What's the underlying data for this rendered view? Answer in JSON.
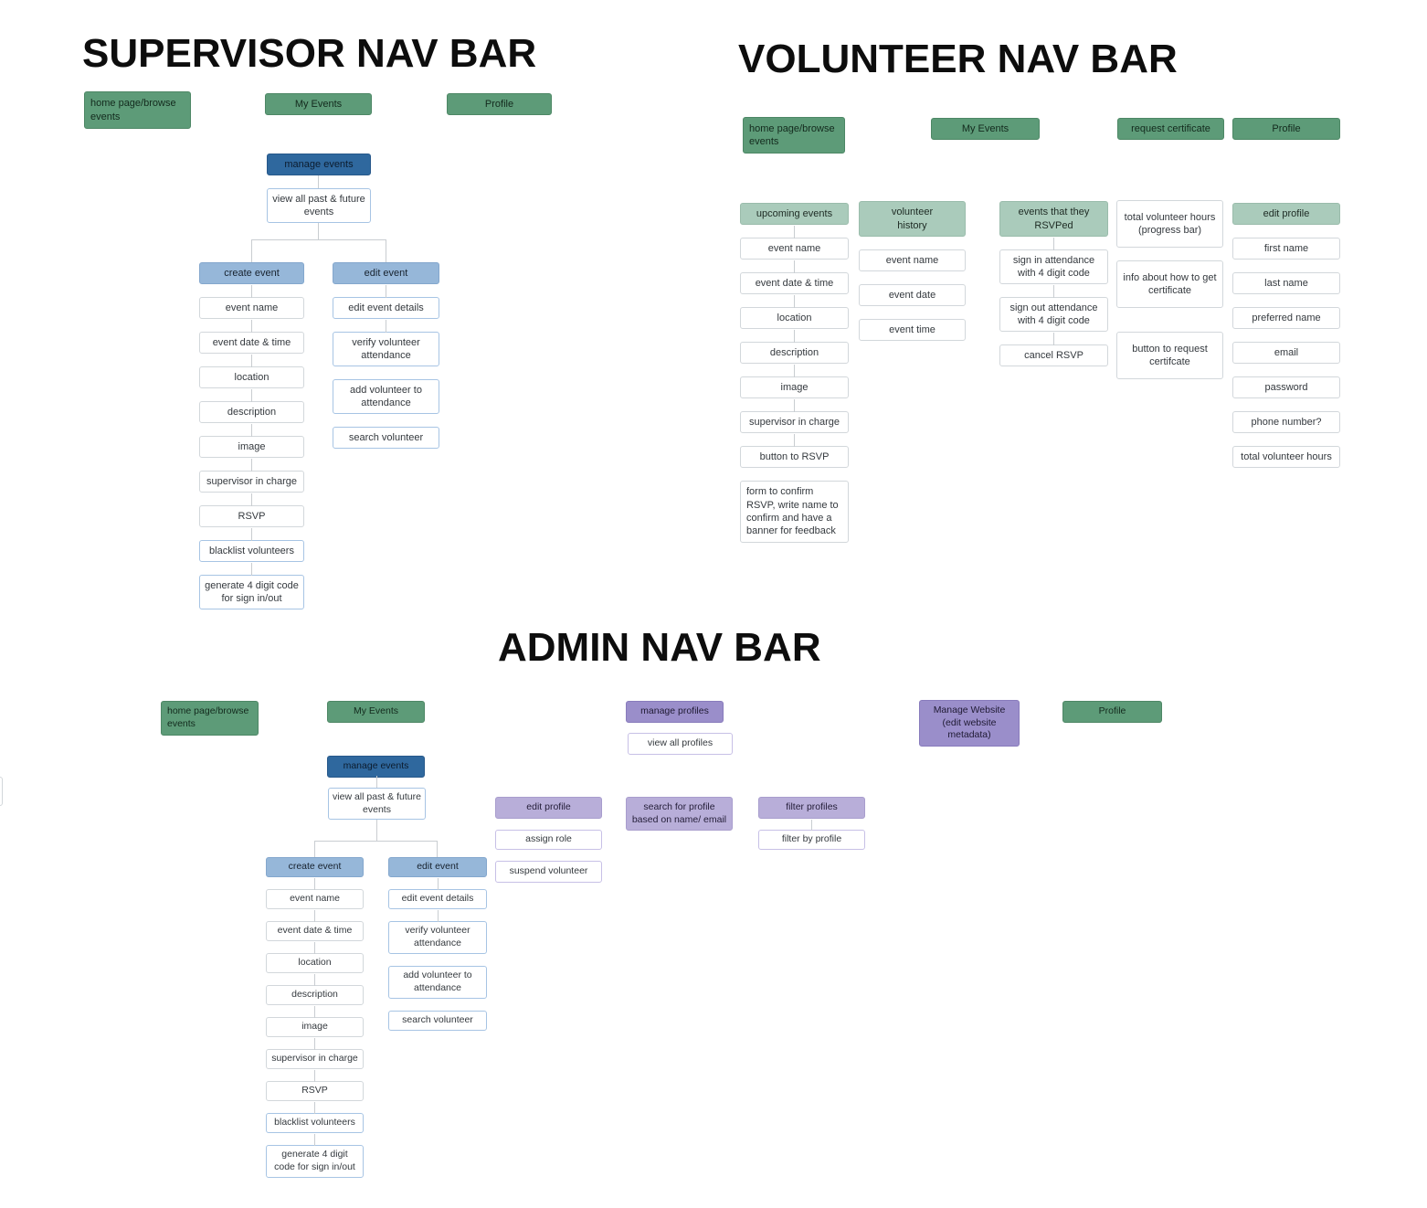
{
  "supervisor": {
    "title": "SUPERVISOR NAV BAR",
    "nav": {
      "home": "home page/browse events",
      "my_events": "My Events",
      "profile": "Profile"
    },
    "manage_events": "manage events",
    "view_all_events": "view all past & future events",
    "create_event": {
      "header": "create event",
      "items": [
        "event name",
        "event date & time",
        "location",
        "description",
        "image",
        "supervisor in charge",
        "RSVP",
        "blacklist volunteers",
        "generate 4 digit code for sign in/out"
      ]
    },
    "edit_event": {
      "header": "edit event",
      "items": [
        "edit event details",
        "verify volunteer attendance",
        "add volunteer to attendance",
        "search volunteer"
      ]
    }
  },
  "volunteer": {
    "title": "VOLUNTEER NAV BAR",
    "nav": {
      "home": "home page/browse events",
      "my_events": "My Events",
      "request_certificate": "request certificate",
      "profile": "Profile"
    },
    "upcoming_events": {
      "header": "upcoming events",
      "items": [
        "event name",
        "event date & time",
        "location",
        "description",
        "image",
        "supervisor in charge",
        "button to RSVP"
      ],
      "form_note": "form to confirm RSVP, write name to confirm and have a banner for feedback"
    },
    "volunteer_history": {
      "header": "volunteer\nhistory",
      "items": [
        "event name",
        "event date",
        "event time"
      ]
    },
    "rsvped_events": {
      "header": "events that they RSVPed",
      "items": [
        "sign in attendance with 4 digit code",
        "sign out attendance with 4 digit code",
        "cancel RSVP"
      ]
    },
    "certificate": {
      "items": [
        "total volunteer hours (progress bar)",
        "info about how to get certificate",
        "button to request certifcate"
      ]
    },
    "edit_profile": {
      "header": "edit profile",
      "items": [
        "first name",
        "last name",
        "preferred name",
        "email",
        "password",
        "phone number?",
        "total volunteer hours"
      ]
    }
  },
  "admin": {
    "title": "ADMIN NAV BAR",
    "nav": {
      "home": "home page/browse events",
      "my_events": "My Events",
      "manage_profiles": "manage profiles",
      "manage_website": "Manage Website (edit website metadata)",
      "profile": "Profile"
    },
    "manage_events": "manage events",
    "view_all_events": "view all past & future events",
    "view_all_profiles": "view all profiles",
    "create_event": {
      "header": "create event",
      "items": [
        "event name",
        "event date & time",
        "location",
        "description",
        "image",
        "supervisor in charge",
        "RSVP",
        "blacklist volunteers",
        "generate 4 digit code for sign in/out"
      ]
    },
    "edit_event": {
      "header": "edit event",
      "items": [
        "edit event details",
        "verify volunteer attendance",
        "add volunteer to attendance",
        "search volunteer"
      ]
    },
    "edit_profile": {
      "header": "edit profile",
      "items": [
        "assign role",
        "suspend volunteer"
      ]
    },
    "search_profile": "search for profile based on name/ email",
    "filter_profiles": {
      "header": "filter profiles",
      "items": [
        "filter by profile"
      ]
    }
  },
  "colors": {
    "nav_green": "#5d9b78",
    "light_green": "#aacbbb",
    "mid_blue": "#2f689e",
    "light_blue": "#96b7d9",
    "mid_purple": "#9a8eca",
    "light_purple": "#b8aed9",
    "connector_gray": "#c9cdd1"
  }
}
